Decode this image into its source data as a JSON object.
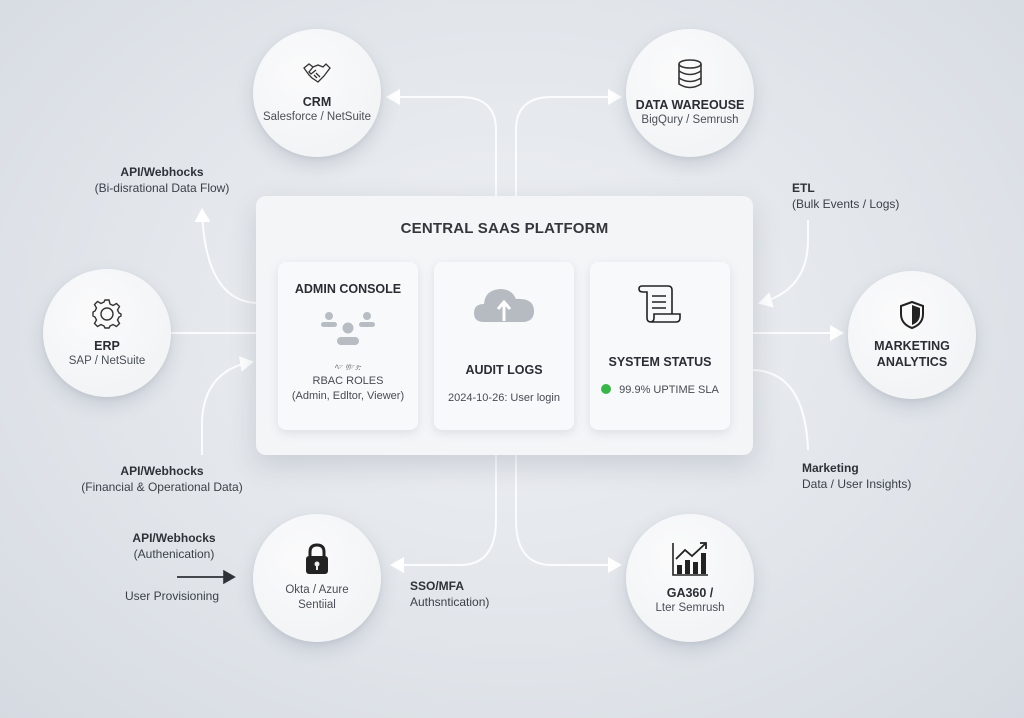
{
  "nodes": {
    "crm": {
      "title": "CRM",
      "subtitle": "Salesforce / NetSuite",
      "icon": "handshake-icon"
    },
    "warehouse": {
      "title": "DATA WAREOUSE",
      "subtitle": "BigQury / Semrush",
      "icon": "database-icon"
    },
    "erp": {
      "title": "ERP",
      "subtitle": "SAP / NetSuite",
      "icon": "gear-icon"
    },
    "marketing": {
      "title_line1": "MARKETING",
      "title_line2": "ANALYTICS",
      "icon": "shield-icon"
    },
    "identity": {
      "line1": "Okta / Azure",
      "line2": "Sentiial",
      "icon": "lock-icon"
    },
    "ga": {
      "title": "GA360 /",
      "subtitle": "Lter Semrush",
      "icon": "bar-chart-icon"
    }
  },
  "platform": {
    "title": "CENTRAL SAAS PLATFORM",
    "admin": {
      "title": "ADMIN CONSOLE",
      "caption": "RBAC ROLES",
      "roles": "(Admin, Edltor, Viewer)",
      "glyphs": "ላ፦ ፴፦ዽ"
    },
    "audit": {
      "title": "AUDIT LOGS",
      "entry": "2024-10-26: User login"
    },
    "status": {
      "title": "SYSTEM STATUS",
      "value": "99.9% UPTIME SLA",
      "status_color": "#3bb54a"
    }
  },
  "labels": {
    "bidir": {
      "head": "API/Webhocks",
      "sub": "(Bi-disrational Data Flow)"
    },
    "financial": {
      "head": "API/Webhocks",
      "sub": "(Financial & Operational Data)"
    },
    "auth": {
      "head": "API/Webhocks",
      "sub": "(Authenication)"
    },
    "provisioning": "User Provisioning",
    "etl": {
      "head": "ETL",
      "sub": "(Bulk Events / Logs)"
    },
    "marketing": {
      "head": "Marketing",
      "sub": "Data / User Insights)"
    },
    "sso": {
      "head": "SSO/MFA",
      "sub": "Authsntication)"
    }
  }
}
